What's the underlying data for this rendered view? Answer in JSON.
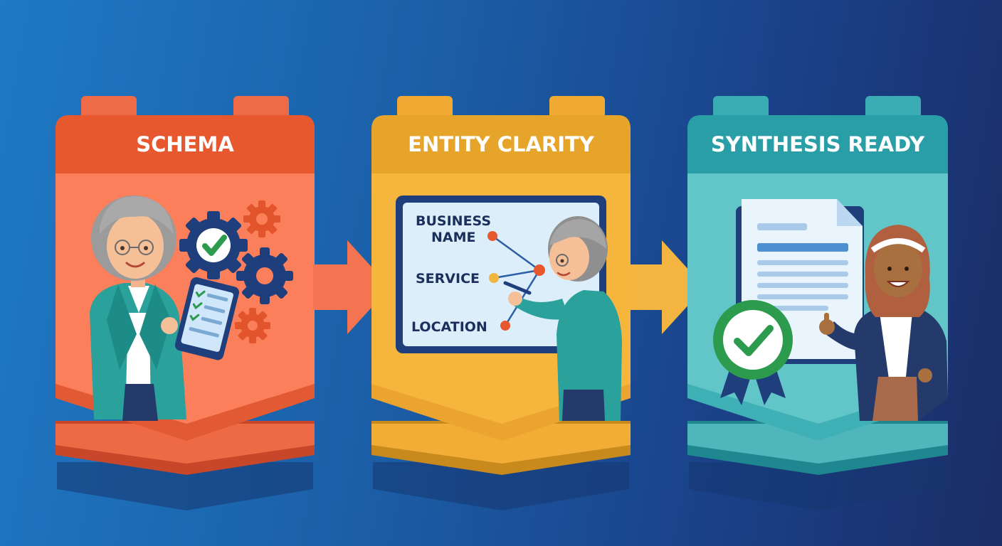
{
  "steps": [
    {
      "title": "SCHEMA",
      "colors": {
        "header": "#e8582f",
        "body": "#fb7f5a",
        "dark": "#c8462a",
        "base": "#ee6a45",
        "shadow": "#15376f",
        "knob": "#ef6a46"
      }
    },
    {
      "title": "ENTITY CLARITY",
      "colors": {
        "header": "#e7a42a",
        "body": "#f6b63e",
        "dark": "#c98a1d",
        "base": "#f2ad36",
        "shadow": "#15376f",
        "knob": "#f0aa33"
      },
      "board_labels": {
        "business": "BUSINESS",
        "name": "NAME",
        "service": "SERVICE",
        "location": "LOCATION"
      }
    },
    {
      "title": "SYNTHESIS READY",
      "colors": {
        "header": "#2a9ea6",
        "body": "#62c5c8",
        "dark": "#1f8790",
        "base": "#4fb6bb",
        "shadow": "#15376f",
        "knob": "#39adb3"
      }
    }
  ],
  "arrows": {
    "first": "#f47350",
    "second": "#f3b540"
  },
  "icons": [
    "gear-icon",
    "checkmark-icon",
    "tablet-icon",
    "document-icon",
    "award-badge-icon",
    "connection-node-icon"
  ]
}
